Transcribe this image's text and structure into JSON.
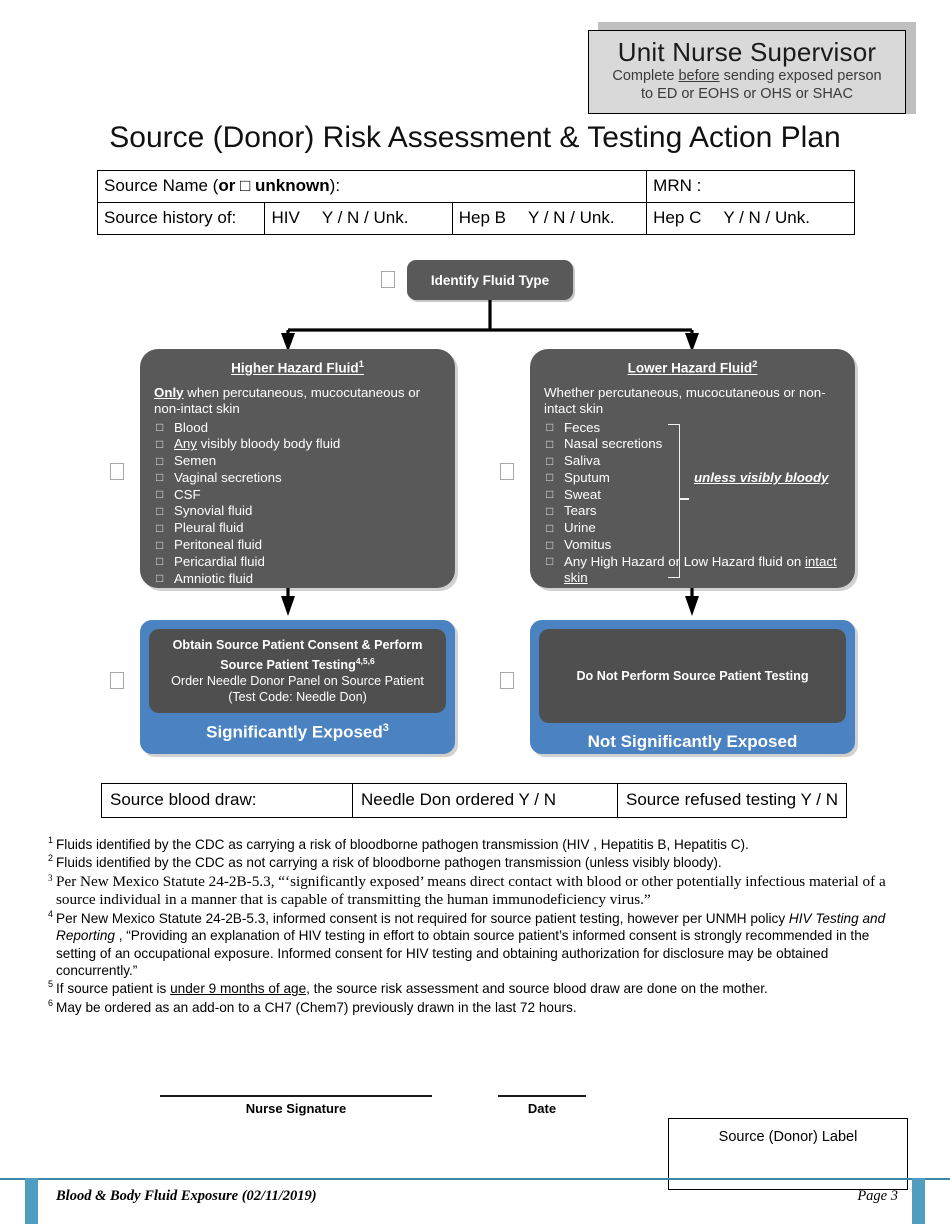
{
  "banner": {
    "title": "Unit Nurse Supervisor",
    "sub_line1_pre": "Complete ",
    "sub_line1_em": "before",
    "sub_line1_post": " sending exposed person",
    "sub_line2": "to ED or EOHS or OHS or SHAC"
  },
  "page_title": "Source (Donor) Risk Assessment & Testing Action Plan",
  "id_table": {
    "source_name_label": "Source Name (",
    "source_name_bold": "or □ unknown",
    "source_name_tail": "):",
    "mrn_label": "MRN :",
    "history_label": "Source history of:",
    "hiv": "HIV",
    "hiv_options": "Y / N / Unk.",
    "hepb": "Hep B",
    "hepb_options": "Y / N / Unk.",
    "hepc": "Hep C",
    "hepc_options": "Y / N / Unk."
  },
  "flow": {
    "top_node": "Identify Fluid Type",
    "higher": {
      "title": "Higher Hazard Fluid",
      "title_sup": "1",
      "lead_em": "Only",
      "lead_rest": " when percutaneous, mucocutaneous or non-intact skin",
      "items": [
        {
          "text": "Blood"
        },
        {
          "em": "Any",
          "text": " visibly bloody body fluid"
        },
        {
          "text": "Semen"
        },
        {
          "text": "Vaginal secretions"
        },
        {
          "text": "CSF"
        },
        {
          "text": "Synovial fluid"
        },
        {
          "text": "Pleural fluid"
        },
        {
          "text": "Peritoneal fluid"
        },
        {
          "text": "Pericardial fluid"
        },
        {
          "text": "Amniotic fluid"
        }
      ]
    },
    "lower": {
      "title": "Lower Hazard Fluid",
      "title_sup": "2",
      "lead": "Whether percutaneous, mucocutaneous or non-intact skin",
      "items": [
        {
          "text": "Feces"
        },
        {
          "text": "Nasal secretions"
        },
        {
          "text": "Saliva"
        },
        {
          "text": "Sputum"
        },
        {
          "text": "Sweat"
        },
        {
          "text": "Tears"
        },
        {
          "text": "Urine"
        },
        {
          "text": "Vomitus"
        }
      ],
      "last_item_pre": "Any High Hazard or Low Hazard fluid on ",
      "last_item_em": "intact skin",
      "bracket_note": "unless visibly bloody"
    },
    "outcome_left": {
      "line1": "Obtain Source Patient Consent & Perform",
      "line2": "Source Patient Testing",
      "line2_sup": "4,5,6",
      "line3": "Order Needle Donor Panel on Source Patient",
      "line4": "(Test Code: Needle Don)",
      "label": "Significantly Exposed",
      "label_sup": "3",
      "color": "#4a82c2"
    },
    "outcome_right": {
      "line1": "Do Not Perform Source Patient Testing",
      "label": "Not Significantly Exposed",
      "color": "#4a82c2"
    }
  },
  "draw_table": {
    "col1": "Source blood draw:",
    "col2": "Needle Don ordered    Y / N",
    "col3": "Source refused testing    Y / N"
  },
  "notes": [
    {
      "num": "1",
      "text": "Fluids identified by the CDC as carrying a risk of bloodborne pathogen transmission (HIV , Hepatitis B, Hepatitis C)."
    },
    {
      "num": "2",
      "text": "Fluids identified by the CDC as not carrying a risk of bloodborne pathogen transmission (unless visibly bloody)."
    },
    {
      "num": "3",
      "text": "Per New Mexico Statute 24-2B-5.3, “‘significantly exposed’ means direct contact with blood or other potentially infectious material of a source individual in a manner that is capable of transmitting the human immunodeficiency virus.”"
    },
    {
      "num": "4",
      "text": "Per New Mexico Statute 24-2B-5.3, informed consent is not required for source patient testing, however per UNMH policy HIV Testing and Reporting , “Providing an explanation of HIV testing in effort to obtain source patient’s informed consent is strongly recommended in the setting of an occupational exposure. Informed consent for HIV  testing and obtaining authorization for disclosure may be obtained concurrently.”"
    },
    {
      "num": "5",
      "text": "If source patient is under 9 months of age, the source risk assessment and source blood draw are done on the mother."
    },
    {
      "num": "6",
      "text": "May be ordered as an add-on to a CH7 (Chem7) previously drawn in the last 72 hours."
    }
  ],
  "note4_parts": {
    "a": "Per New Mexico Statute 24-2B-5.3, informed consent is not required for source patient testing, however per UNMH policy ",
    "b": "HIV Testing and Reporting",
    "c": " , “Providing an explanation of HIV testing in effort to obtain source patient’s informed consent is strongly recommended in the setting of an occupational exposure. Informed consent for HIV  testing and obtaining authorization for disclosure may be obtained concurrently.”"
  },
  "note5_parts": {
    "a": "If source patient is ",
    "b": "under 9 months of age",
    "c": ", the source risk assessment and source blood draw are done on the mother."
  },
  "signature": {
    "nurse_label": "Nurse Signature",
    "date_label": "Date"
  },
  "donor_label_box": "Source (Donor) Label",
  "footer": {
    "left": "Blood & Body Fluid Exposure (02/11/2019)",
    "right": "Page 3",
    "accent_color": "#4f9ec0"
  }
}
